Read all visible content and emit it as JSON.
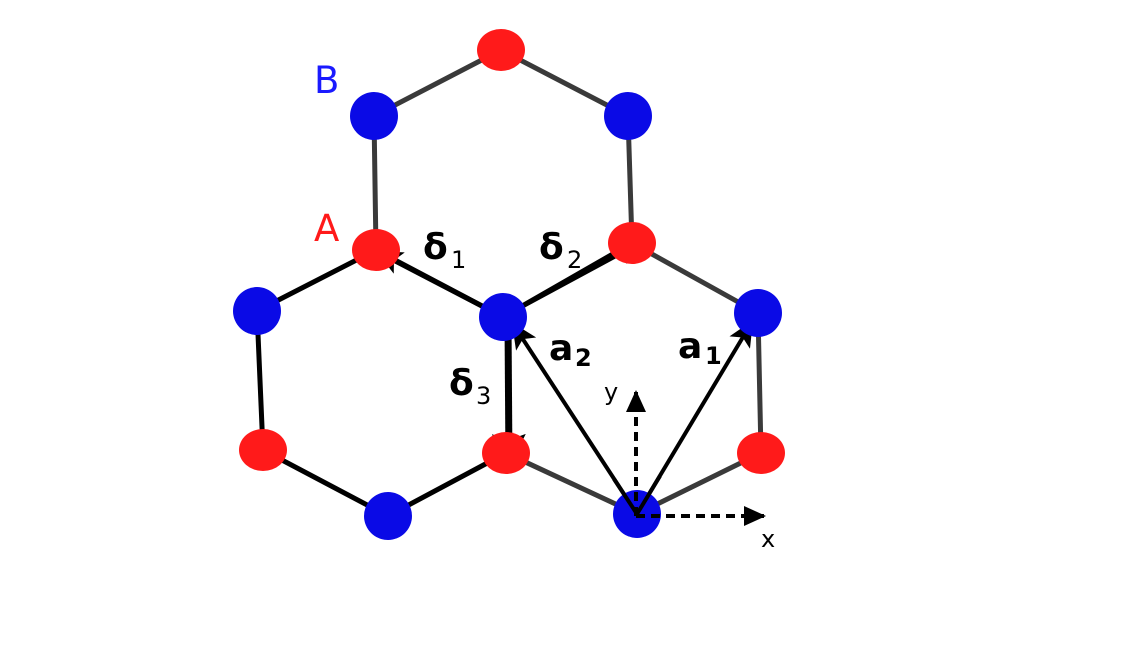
{
  "labels": {
    "sublattice_a": "A",
    "sublattice_b": "B",
    "delta1_main": "δ",
    "delta1_sub": "1",
    "delta2_main": "δ",
    "delta2_sub": "2",
    "delta3_main": "δ",
    "delta3_sub": "3",
    "a1_main": "a",
    "a1_sub": "1",
    "a2_main": "a",
    "a2_sub": "2",
    "axis_x": "x",
    "axis_y": "y"
  },
  "colors": {
    "atom_a": "#ff1a1a",
    "atom_b": "#0a0ae6",
    "label_a": "#ff1a1a",
    "label_b": "#1a1aff",
    "bond": "#1a1a1a",
    "arrow": "#000000"
  }
}
